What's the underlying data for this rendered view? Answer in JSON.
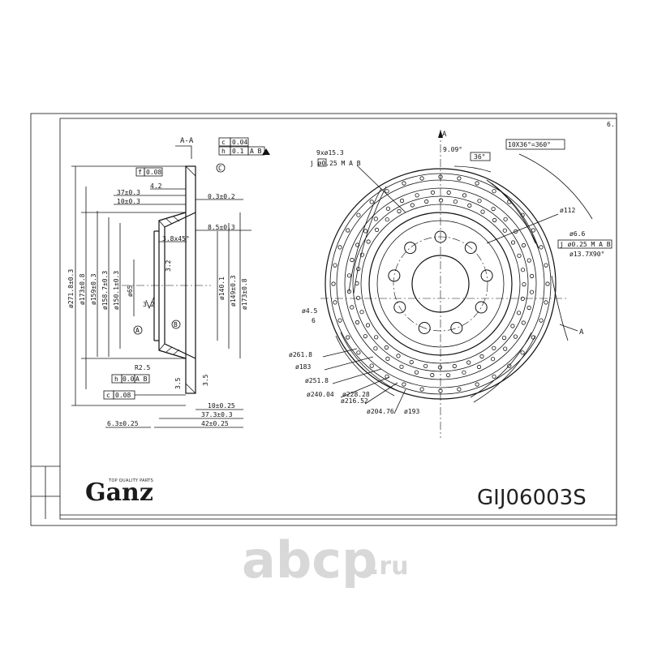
{
  "section_label": "A-A",
  "axis_label": "A",
  "brand": {
    "name": "Ganz",
    "tagline": "TOP QUALITY PARTS"
  },
  "part_number": "GIJ06003S",
  "watermark": {
    "main": "abcp",
    "suffix": ".ru"
  },
  "section_view": {
    "tolerance_frames": [
      {
        "symbol": "c",
        "value": "0.04",
        "datum": ""
      },
      {
        "symbol": "h",
        "value": "0.1",
        "datum": "A B"
      },
      {
        "symbol": "f",
        "value": "0.08",
        "datum": ""
      },
      {
        "symbol": "h",
        "value": "0.0",
        "datum": "A B"
      },
      {
        "symbol": "c",
        "value": "0.08",
        "datum": ""
      }
    ],
    "datum_labels": [
      "C",
      "A",
      "B"
    ],
    "dimensions": {
      "d271": "ø271.8±0.3",
      "d173a": "ø173±0.8",
      "d159": "ø159±0.3",
      "d158": "ø158.7±0.3",
      "d150": "ø150.1±0.3",
      "d65": "ø65",
      "d140": "ø140.1",
      "d149": "ø149±0.3",
      "d173b": "ø173±0.8",
      "t42": "4.2",
      "t37": "37±0.3",
      "t10a": "10±0.3",
      "t03": "0.3±0.2",
      "t85": "8.5±0.3",
      "chamfer": "3.8x45°",
      "r25": "R2.5",
      "t10b": "10±0.25",
      "t373": "37.3±0.3",
      "t42b": "42±0.25",
      "t63": "6.3±0.25",
      "rough1": "3.2",
      "rough2": "3.2",
      "rough3": "3.5",
      "rough4": "3.5"
    }
  },
  "front_view": {
    "callouts": {
      "holes": "9xø15.3",
      "holes_pos": "j ø0.25 M A B",
      "angle1": "9.09°",
      "angle2": "36°",
      "pattern": "10X36°=360°",
      "d112": "ø112",
      "d66": "ø6.6",
      "d66_pos": "j ø0.25 M A B",
      "d137": "ø13.7X90°",
      "d45": "ø4.5",
      "d45b": "6",
      "d2618": "ø261.8",
      "d183": "ø183",
      "d2518": "ø251.8",
      "d24004": "ø240.04",
      "d22828": "ø228.28",
      "d21652": "ø216.52",
      "d20476": "ø204.76",
      "d193": "ø193",
      "corner": "6."
    }
  }
}
